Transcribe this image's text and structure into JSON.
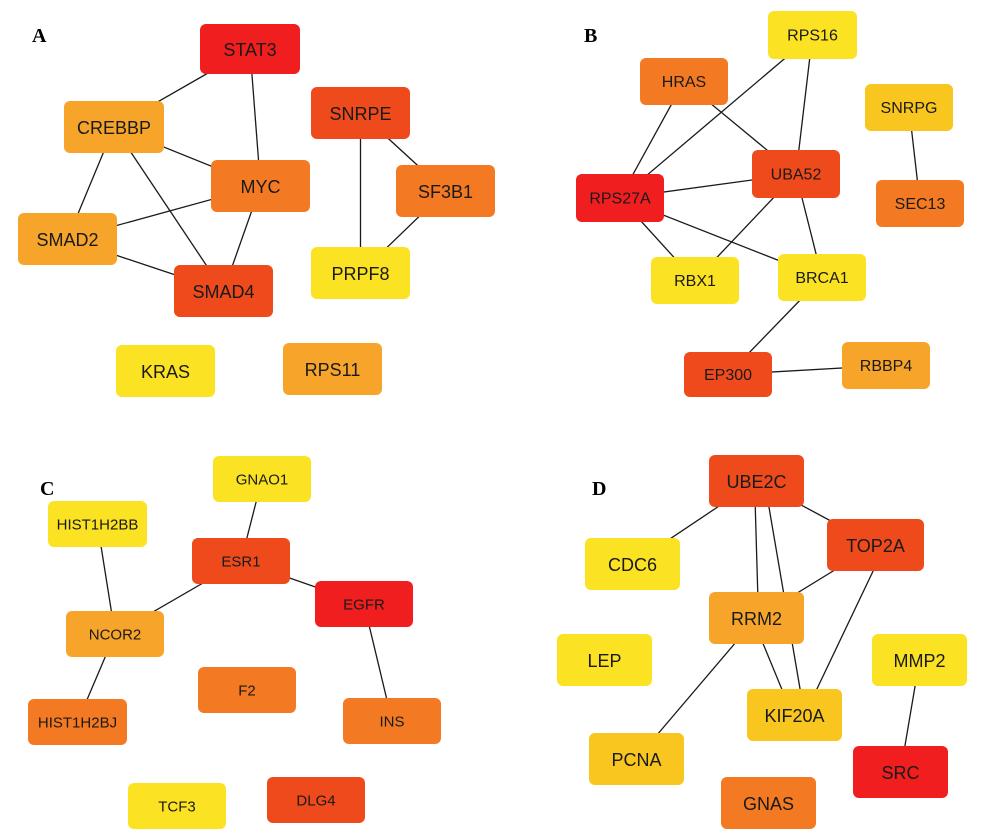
{
  "colors": {
    "red": "#F01E1E",
    "red_orange": "#EE4A1C",
    "orange": "#F37A22",
    "amber": "#F6A52A",
    "yellow_orange": "#F9C51F",
    "yellow": "#FBE223"
  },
  "panels": [
    {
      "label": "A",
      "nodes": [
        {
          "id": "STAT3",
          "label": "STAT3",
          "color": "red"
        },
        {
          "id": "CREBBP",
          "label": "CREBBP",
          "color": "amber"
        },
        {
          "id": "MYC",
          "label": "MYC",
          "color": "orange"
        },
        {
          "id": "SMAD2",
          "label": "SMAD2",
          "color": "amber"
        },
        {
          "id": "SMAD4",
          "label": "SMAD4",
          "color": "red_orange"
        },
        {
          "id": "SNRPE",
          "label": "SNRPE",
          "color": "red_orange"
        },
        {
          "id": "SF3B1",
          "label": "SF3B1",
          "color": "orange"
        },
        {
          "id": "PRPF8",
          "label": "PRPF8",
          "color": "yellow"
        },
        {
          "id": "KRAS",
          "label": "KRAS",
          "color": "yellow"
        },
        {
          "id": "RPS11",
          "label": "RPS11",
          "color": "amber"
        }
      ],
      "edges": [
        [
          "STAT3",
          "CREBBP"
        ],
        [
          "STAT3",
          "MYC"
        ],
        [
          "CREBBP",
          "MYC"
        ],
        [
          "CREBBP",
          "SMAD2"
        ],
        [
          "CREBBP",
          "SMAD4"
        ],
        [
          "MYC",
          "SMAD2"
        ],
        [
          "MYC",
          "SMAD4"
        ],
        [
          "SMAD2",
          "SMAD4"
        ],
        [
          "SNRPE",
          "SF3B1"
        ],
        [
          "SNRPE",
          "PRPF8"
        ],
        [
          "SF3B1",
          "PRPF8"
        ]
      ]
    },
    {
      "label": "B",
      "nodes": [
        {
          "id": "RPS16",
          "label": "RPS16",
          "color": "yellow"
        },
        {
          "id": "HRAS",
          "label": "HRAS",
          "color": "orange"
        },
        {
          "id": "SNRPG",
          "label": "SNRPG",
          "color": "yellow_orange"
        },
        {
          "id": "UBA52",
          "label": "UBA52",
          "color": "red_orange"
        },
        {
          "id": "RPS27A",
          "label": "RPS27A",
          "color": "red"
        },
        {
          "id": "SEC13",
          "label": "SEC13",
          "color": "orange"
        },
        {
          "id": "RBX1",
          "label": "RBX1",
          "color": "yellow"
        },
        {
          "id": "BRCA1",
          "label": "BRCA1",
          "color": "yellow"
        },
        {
          "id": "EP300",
          "label": "EP300",
          "color": "red_orange"
        },
        {
          "id": "RBBP4",
          "label": "RBBP4",
          "color": "amber"
        }
      ],
      "edges": [
        [
          "HRAS",
          "RPS27A"
        ],
        [
          "HRAS",
          "UBA52"
        ],
        [
          "RPS16",
          "RPS27A"
        ],
        [
          "RPS16",
          "UBA52"
        ],
        [
          "RPS27A",
          "UBA52"
        ],
        [
          "RPS27A",
          "RBX1"
        ],
        [
          "RPS27A",
          "BRCA1"
        ],
        [
          "UBA52",
          "RBX1"
        ],
        [
          "UBA52",
          "BRCA1"
        ],
        [
          "BRCA1",
          "EP300"
        ],
        [
          "EP300",
          "RBBP4"
        ],
        [
          "SNRPG",
          "SEC13"
        ]
      ]
    },
    {
      "label": "C",
      "nodes": [
        {
          "id": "GNAO1",
          "label": "GNAO1",
          "color": "yellow"
        },
        {
          "id": "HIST1H2BB",
          "label": "HIST1H2BB",
          "color": "yellow"
        },
        {
          "id": "ESR1",
          "label": "ESR1",
          "color": "red_orange"
        },
        {
          "id": "EGFR",
          "label": "EGFR",
          "color": "red"
        },
        {
          "id": "NCOR2",
          "label": "NCOR2",
          "color": "amber"
        },
        {
          "id": "F2",
          "label": "F2",
          "color": "orange"
        },
        {
          "id": "HIST1H2BJ",
          "label": "HIST1H2BJ",
          "color": "orange"
        },
        {
          "id": "INS",
          "label": "INS",
          "color": "orange"
        },
        {
          "id": "TCF3",
          "label": "TCF3",
          "color": "yellow"
        },
        {
          "id": "DLG4",
          "label": "DLG4",
          "color": "red_orange"
        }
      ],
      "edges": [
        [
          "GNAO1",
          "ESR1"
        ],
        [
          "ESR1",
          "NCOR2"
        ],
        [
          "ESR1",
          "EGFR"
        ],
        [
          "HIST1H2BB",
          "NCOR2"
        ],
        [
          "NCOR2",
          "HIST1H2BJ"
        ],
        [
          "EGFR",
          "INS"
        ]
      ]
    },
    {
      "label": "D",
      "nodes": [
        {
          "id": "UBE2C",
          "label": "UBE2C",
          "color": "red_orange"
        },
        {
          "id": "TOP2A",
          "label": "TOP2A",
          "color": "red_orange"
        },
        {
          "id": "CDC6",
          "label": "CDC6",
          "color": "yellow"
        },
        {
          "id": "RRM2",
          "label": "RRM2",
          "color": "amber"
        },
        {
          "id": "LEP",
          "label": "LEP",
          "color": "yellow"
        },
        {
          "id": "MMP2",
          "label": "MMP2",
          "color": "yellow"
        },
        {
          "id": "KIF20A",
          "label": "KIF20A",
          "color": "yellow_orange"
        },
        {
          "id": "PCNA",
          "label": "PCNA",
          "color": "yellow_orange"
        },
        {
          "id": "SRC",
          "label": "SRC",
          "color": "red"
        },
        {
          "id": "GNAS",
          "label": "GNAS",
          "color": "orange"
        }
      ],
      "edges": [
        [
          "UBE2C",
          "CDC6"
        ],
        [
          "UBE2C",
          "TOP2A"
        ],
        [
          "UBE2C",
          "RRM2"
        ],
        [
          "UBE2C",
          "KIF20A"
        ],
        [
          "TOP2A",
          "RRM2"
        ],
        [
          "TOP2A",
          "KIF20A"
        ],
        [
          "RRM2",
          "KIF20A"
        ],
        [
          "RRM2",
          "PCNA"
        ],
        [
          "MMP2",
          "SRC"
        ]
      ]
    }
  ]
}
